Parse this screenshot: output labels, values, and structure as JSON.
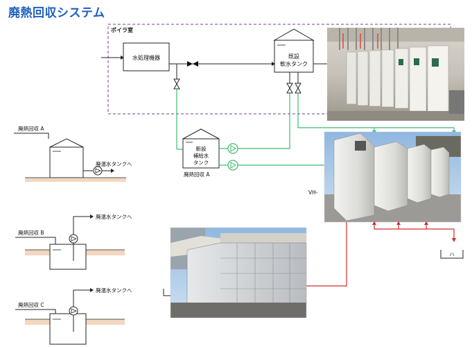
{
  "title": "廃熱回収システム",
  "boiler_room_label": "ボイラ室",
  "water_treatment_label": "水処理機器",
  "existing_tank_label_1": "既設",
  "existing_tank_label_2": "軟水タンク",
  "new_tank_label_1": "新設",
  "new_tank_label_2": "補給水",
  "new_tank_label_3": "タンク",
  "waste_heat_a_below_tank": "廃熱回収 A",
  "waste_heat_a_label": "廃熱回収 A",
  "waste_heat_b_label": "廃熱回収 B",
  "waste_heat_c_label": "廃熱回収 C",
  "to_tank_a": "廃温水タンクへ",
  "to_tank_b": "廃温水タンクへ",
  "to_tank_c": "廃温水タンクへ",
  "vh_label": "VH-",
  "drain_label": "ハ",
  "colors": {
    "title": "#1f5fbf",
    "boiler_room_border": "#7a3a8c",
    "green_line": "#3cba6e",
    "red_line": "#d42a2a",
    "ground": "#f3d7c0",
    "line": "#222222"
  },
  "icons": [
    "gate-valve-icon",
    "pump-icon",
    "boiler-photo",
    "water-heater-photo",
    "tank-photo"
  ]
}
